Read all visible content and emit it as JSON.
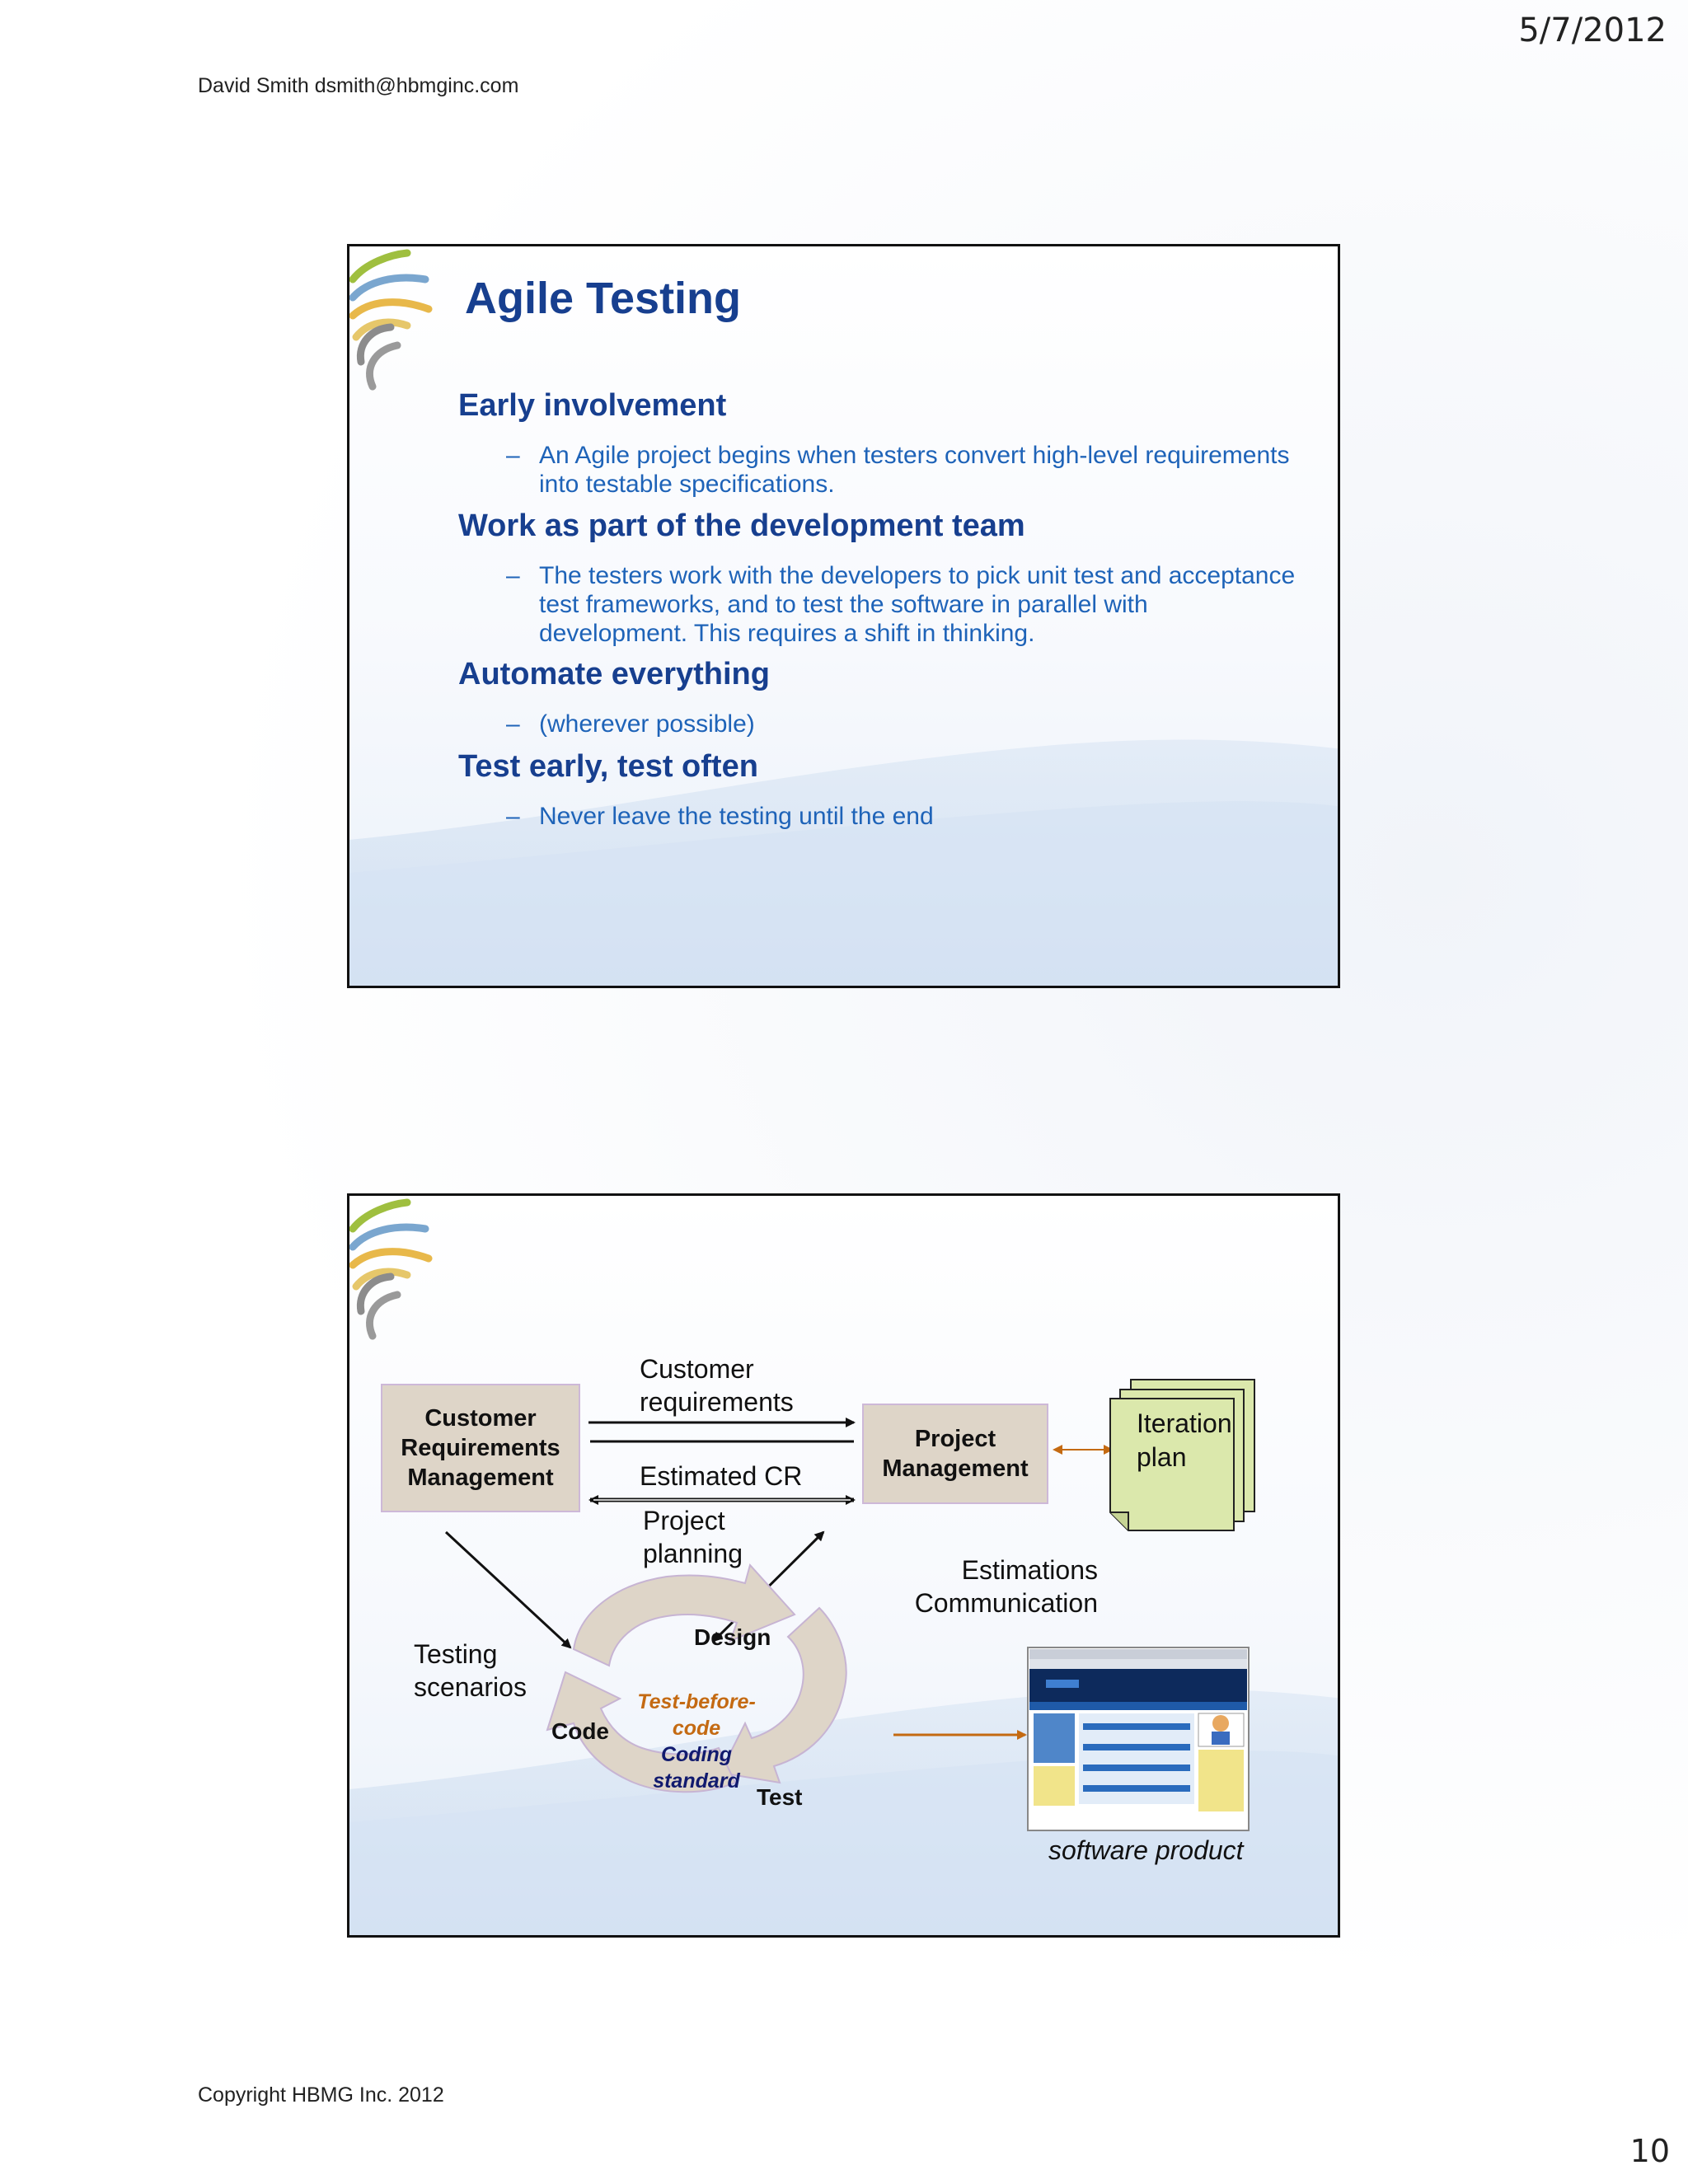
{
  "header": {
    "date": "5/7/2012",
    "author": "David Smith  dsmith@hbmginc.com"
  },
  "footer": {
    "copyright": "Copyright HBMG Inc. 2012",
    "page_number": "10"
  },
  "slide1": {
    "title": "Agile Testing",
    "bullets": [
      {
        "heading": "Early involvement",
        "sub": "An Agile project begins when testers convert high-level requirements into testable specifications."
      },
      {
        "heading": "Work as part of the development team",
        "sub": "The testers work with the developers to pick unit test and acceptance test frameworks, and to test the software in parallel with development.  This requires a shift in thinking."
      },
      {
        "heading": "Automate everything",
        "sub": "(wherever possible)"
      },
      {
        "heading": "Test early, test often",
        "sub": "Never leave the testing until the end"
      }
    ],
    "dash": "–"
  },
  "slide2": {
    "crm_box": "Customer Requirements Management",
    "pm_box": "Project Management",
    "customer_requirements": "Customer requirements",
    "estimated_cr": "Estimated CR",
    "project_planning": "Project planning",
    "estimations": "Estimations Communication",
    "testing_scenarios": "Testing scenarios",
    "iteration_plan": "Iteration plan",
    "cycle": {
      "design": "Design",
      "code": "Code",
      "test": "Test",
      "test_before_code": "Test-before-code",
      "coding_standard": "Coding standard"
    },
    "software_caption": "software product",
    "colors": {
      "accent_orange": "#c46a12",
      "navy": "#111a6e",
      "box_fill": "#ded5c8",
      "iteration_fill": "#dbe8ac"
    }
  }
}
